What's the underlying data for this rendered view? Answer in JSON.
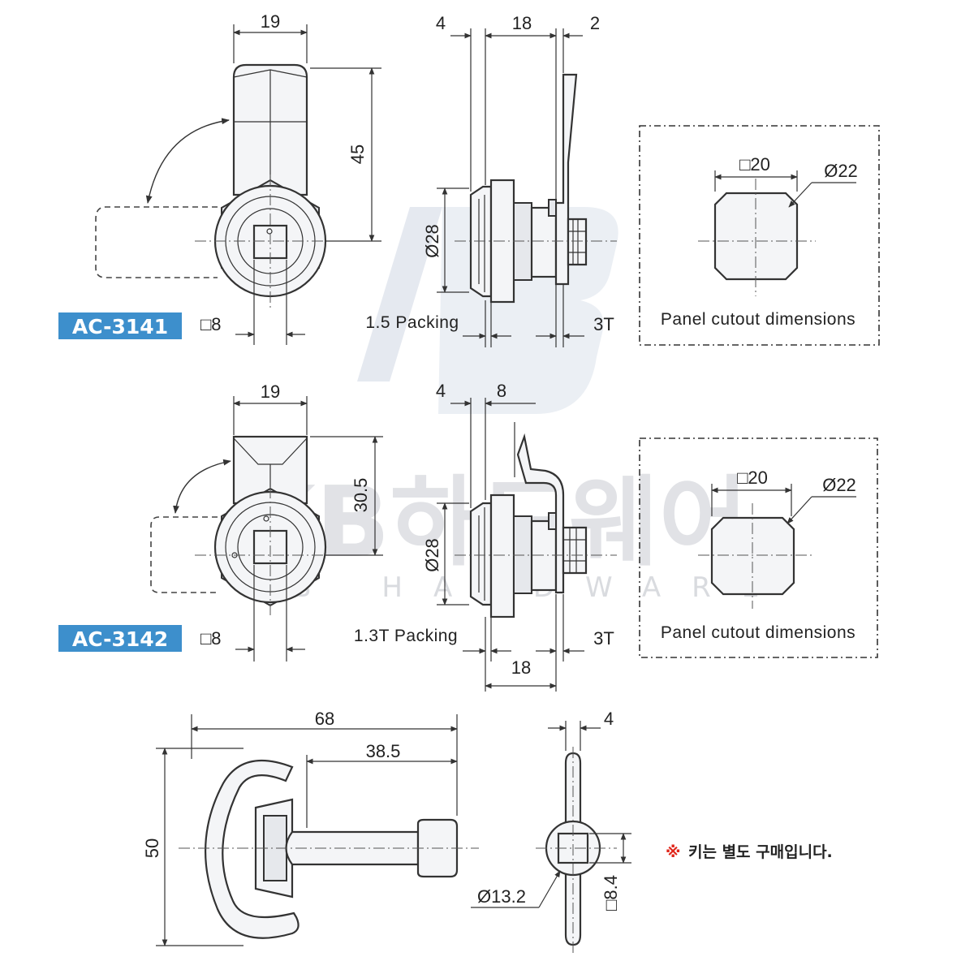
{
  "watermark": {
    "logo": "KB",
    "brand_kr": "KB하드웨어",
    "brand_en": "KB HARDWARE"
  },
  "models": [
    {
      "code": "AC-3141",
      "badge_color": "#3d8fcc",
      "width": "19",
      "height": "45",
      "square": "□8",
      "offsets": [
        "4",
        "18",
        "2"
      ],
      "diameter": "Ø28",
      "packing": "1.5 Packing",
      "thickness": "3T",
      "cutout": {
        "square": "□20",
        "diameter": "Ø22",
        "caption": "Panel cutout dimensions"
      }
    },
    {
      "code": "AC-3142",
      "badge_color": "#3d8fcc",
      "width": "19",
      "height": "30.5",
      "square": "□8",
      "offsets": [
        "4",
        "8"
      ],
      "bottom": "18",
      "diameter": "Ø28",
      "packing": "1.3T Packing",
      "thickness": "3T",
      "cutout": {
        "square": "□20",
        "diameter": "Ø22",
        "caption": "Panel cutout dimensions"
      }
    }
  ],
  "key": {
    "length": "68",
    "shaft": "38.5",
    "height": "50",
    "thickness": "4",
    "diameter": "Ø13.2",
    "square": "□8.4"
  },
  "note": {
    "mark": "※",
    "text": "키는 별도 구매입니다."
  }
}
